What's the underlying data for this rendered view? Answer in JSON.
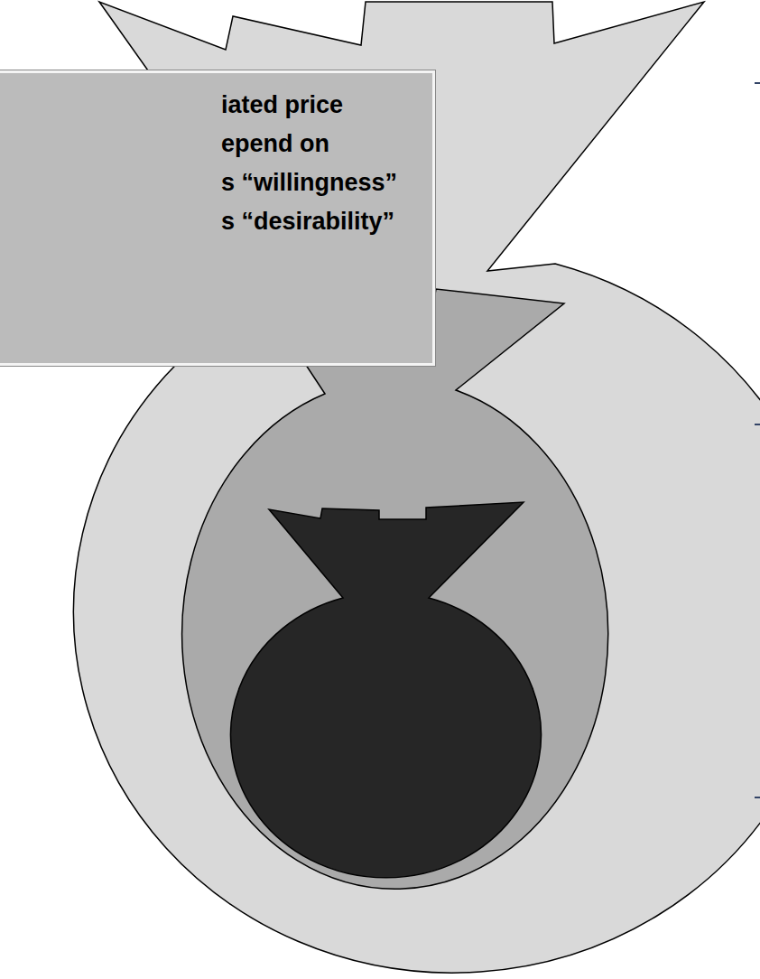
{
  "diagram": {
    "nodes": [
      {
        "text": [
          "iated price",
          "epend on",
          "s “willingness”",
          "s “desirability”"
        ]
      }
    ]
  }
}
